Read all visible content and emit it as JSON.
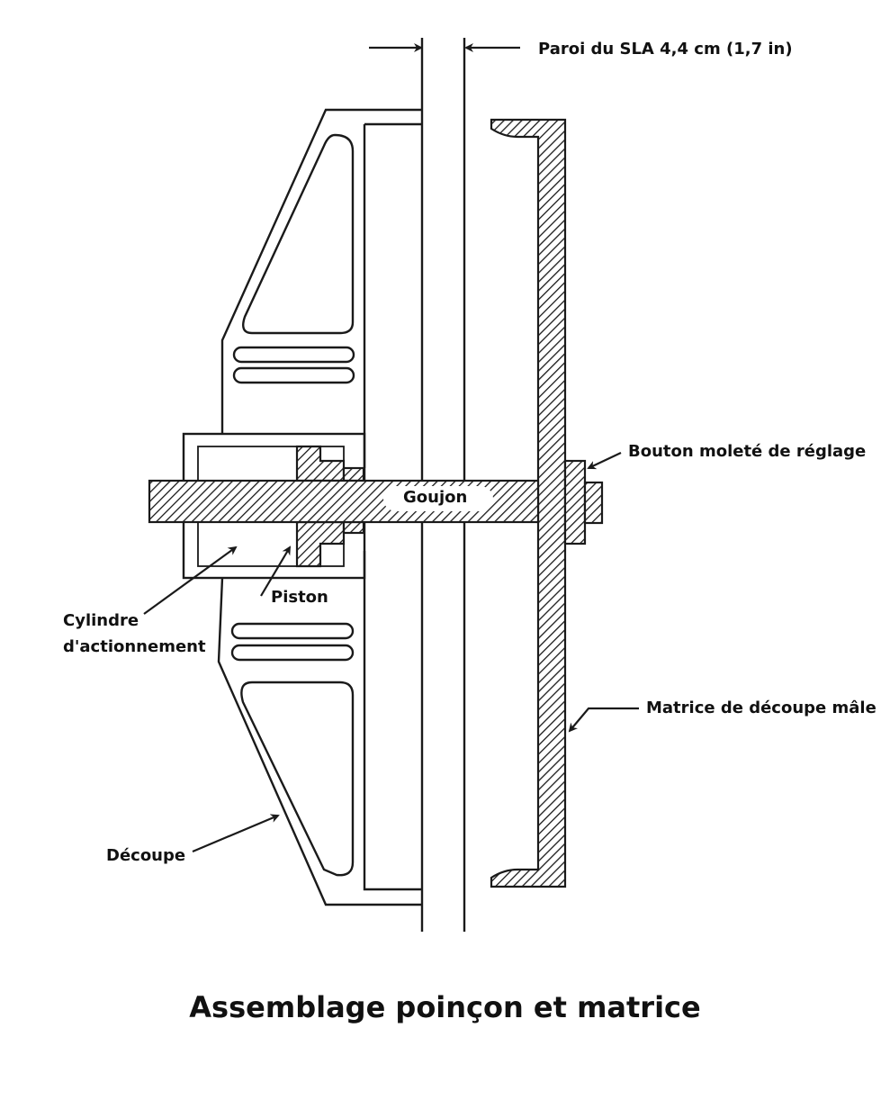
{
  "labels": {
    "wall": "Paroi du SLA  4,4 cm (1,7 in)",
    "knob": "Bouton moleté de réglage",
    "stud": "Goujon",
    "cylinder_line1": "Cylindre",
    "cylinder_line2": "d'actionnement",
    "piston": "Piston",
    "male_die": "Matrice de découpe mâle",
    "cutout": "Découpe"
  },
  "title": "Assemblage poinçon et matrice"
}
